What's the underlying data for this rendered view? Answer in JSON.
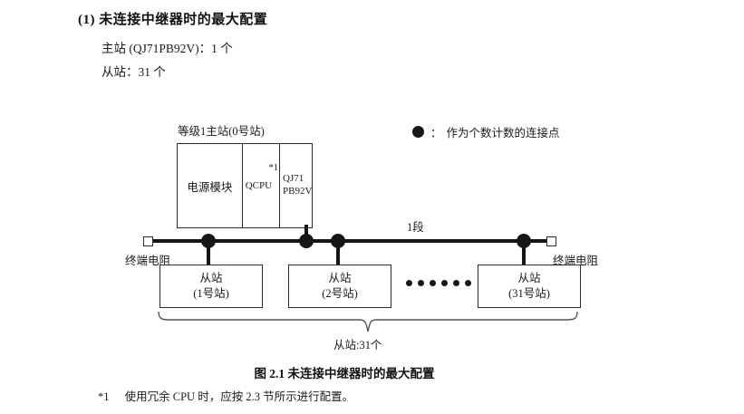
{
  "section": {
    "number": "(1)",
    "title": "未连接中继器时的最大配置",
    "line1": "主站 (QJ71PB92V)：1 个",
    "line2": "从站：31 个"
  },
  "legend": {
    "symbol": "dot-filled-icon",
    "colon": "：",
    "text": "作为个数计数的连接点"
  },
  "diagram": {
    "master_label": "等级1主站(0号站)",
    "master_module": {
      "power_unit": "电源模块",
      "cpu_unit": "QCPU",
      "cpu_footnote_mark": "*1",
      "network_unit_line1": "QJ71",
      "network_unit_line2": "PB92V"
    },
    "bus": {
      "segment_label": "1段",
      "terminator_left": "终端电阻",
      "terminator_right": "终端电阻"
    },
    "slaves": [
      {
        "title": "从站",
        "station": "(1号站)"
      },
      {
        "title": "从站",
        "station": "(2号站)"
      },
      {
        "title": "从站",
        "station": "(31号站)"
      }
    ],
    "ellipsis_dots": 6,
    "brace_label": "从站:31个"
  },
  "caption": "图 2.1  未连接中继器时的最大配置",
  "footnote": {
    "mark": "*1",
    "text": "使用冗余 CPU 时，应按 2.3 节所示进行配置。"
  },
  "colors": {
    "ink": "#1a1a1a",
    "line": "#2b2b2b",
    "solid": "#161616",
    "paper": "#ffffff"
  }
}
